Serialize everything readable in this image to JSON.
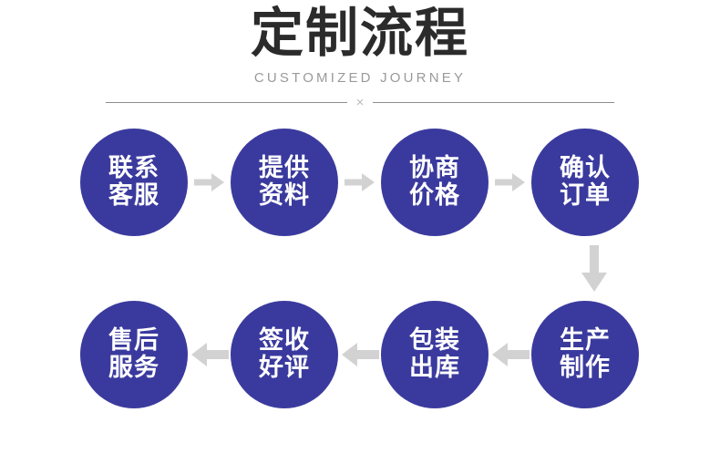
{
  "header": {
    "title": "定制流程",
    "subtitle": "CUSTOMIZED JOURNEY",
    "divider_mark": "×"
  },
  "colors": {
    "node_fill": "#3a3a9e",
    "node_text": "#ffffff",
    "arrow": "#d2d2d2",
    "title_text": "#2b2b2b",
    "subtitle_text": "#9a9a9a",
    "divider_rule": "#8e8e8e",
    "background": "#ffffff"
  },
  "flow": {
    "row_top": {
      "direction": "right",
      "nodes": [
        {
          "line1": "联系",
          "line2": "客服"
        },
        {
          "line1": "提供",
          "line2": "资料"
        },
        {
          "line1": "协商",
          "line2": "价格"
        },
        {
          "line1": "确认",
          "line2": "订单"
        }
      ]
    },
    "connector": {
      "direction": "down",
      "icon": "arrow-down-icon"
    },
    "row_bottom": {
      "direction": "left",
      "nodes": [
        {
          "line1": "售后",
          "line2": "服务"
        },
        {
          "line1": "签收",
          "line2": "好评"
        },
        {
          "line1": "包装",
          "line2": "出库"
        },
        {
          "line1": "生产",
          "line2": "制作"
        }
      ]
    }
  }
}
